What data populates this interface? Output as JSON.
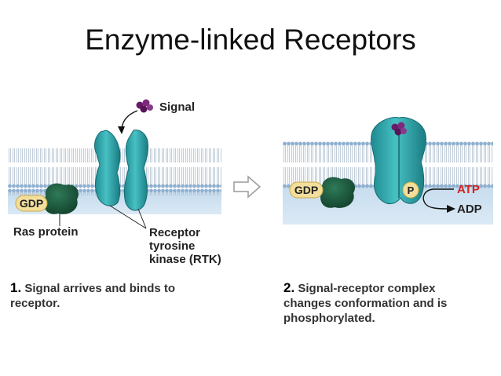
{
  "title": "Enzyme-linked Receptors",
  "panel1": {
    "signal_label": "Signal",
    "gdp_label": "GDP",
    "ras_label": "Ras protein",
    "rtk_label_line1": "Receptor",
    "rtk_label_line2": "tyrosine",
    "rtk_label_line3": "kinase (RTK)",
    "caption_number": "1.",
    "caption_line1": "Signal arrives and binds to",
    "caption_line2": "receptor."
  },
  "panel2": {
    "gdp_label": "GDP",
    "phosphate_label": "P",
    "atp_label": "ATP",
    "adp_label": "ADP",
    "caption_number": "2.",
    "caption_line1": "Signal-receptor complex",
    "caption_line2": "changes conformation and is",
    "caption_line3": "phosphorylated."
  },
  "colors": {
    "receptor": "#2fa3a8",
    "membrane_heads": "#8fb0d0",
    "cytoplasm": "#cfe3f2",
    "ras": "#1d5c40",
    "signal": "#6a1a6a",
    "gdp_badge": "#f3df9b",
    "atp": "#d4231f"
  },
  "icons": {
    "process_arrow": "right-arrow-icon"
  }
}
